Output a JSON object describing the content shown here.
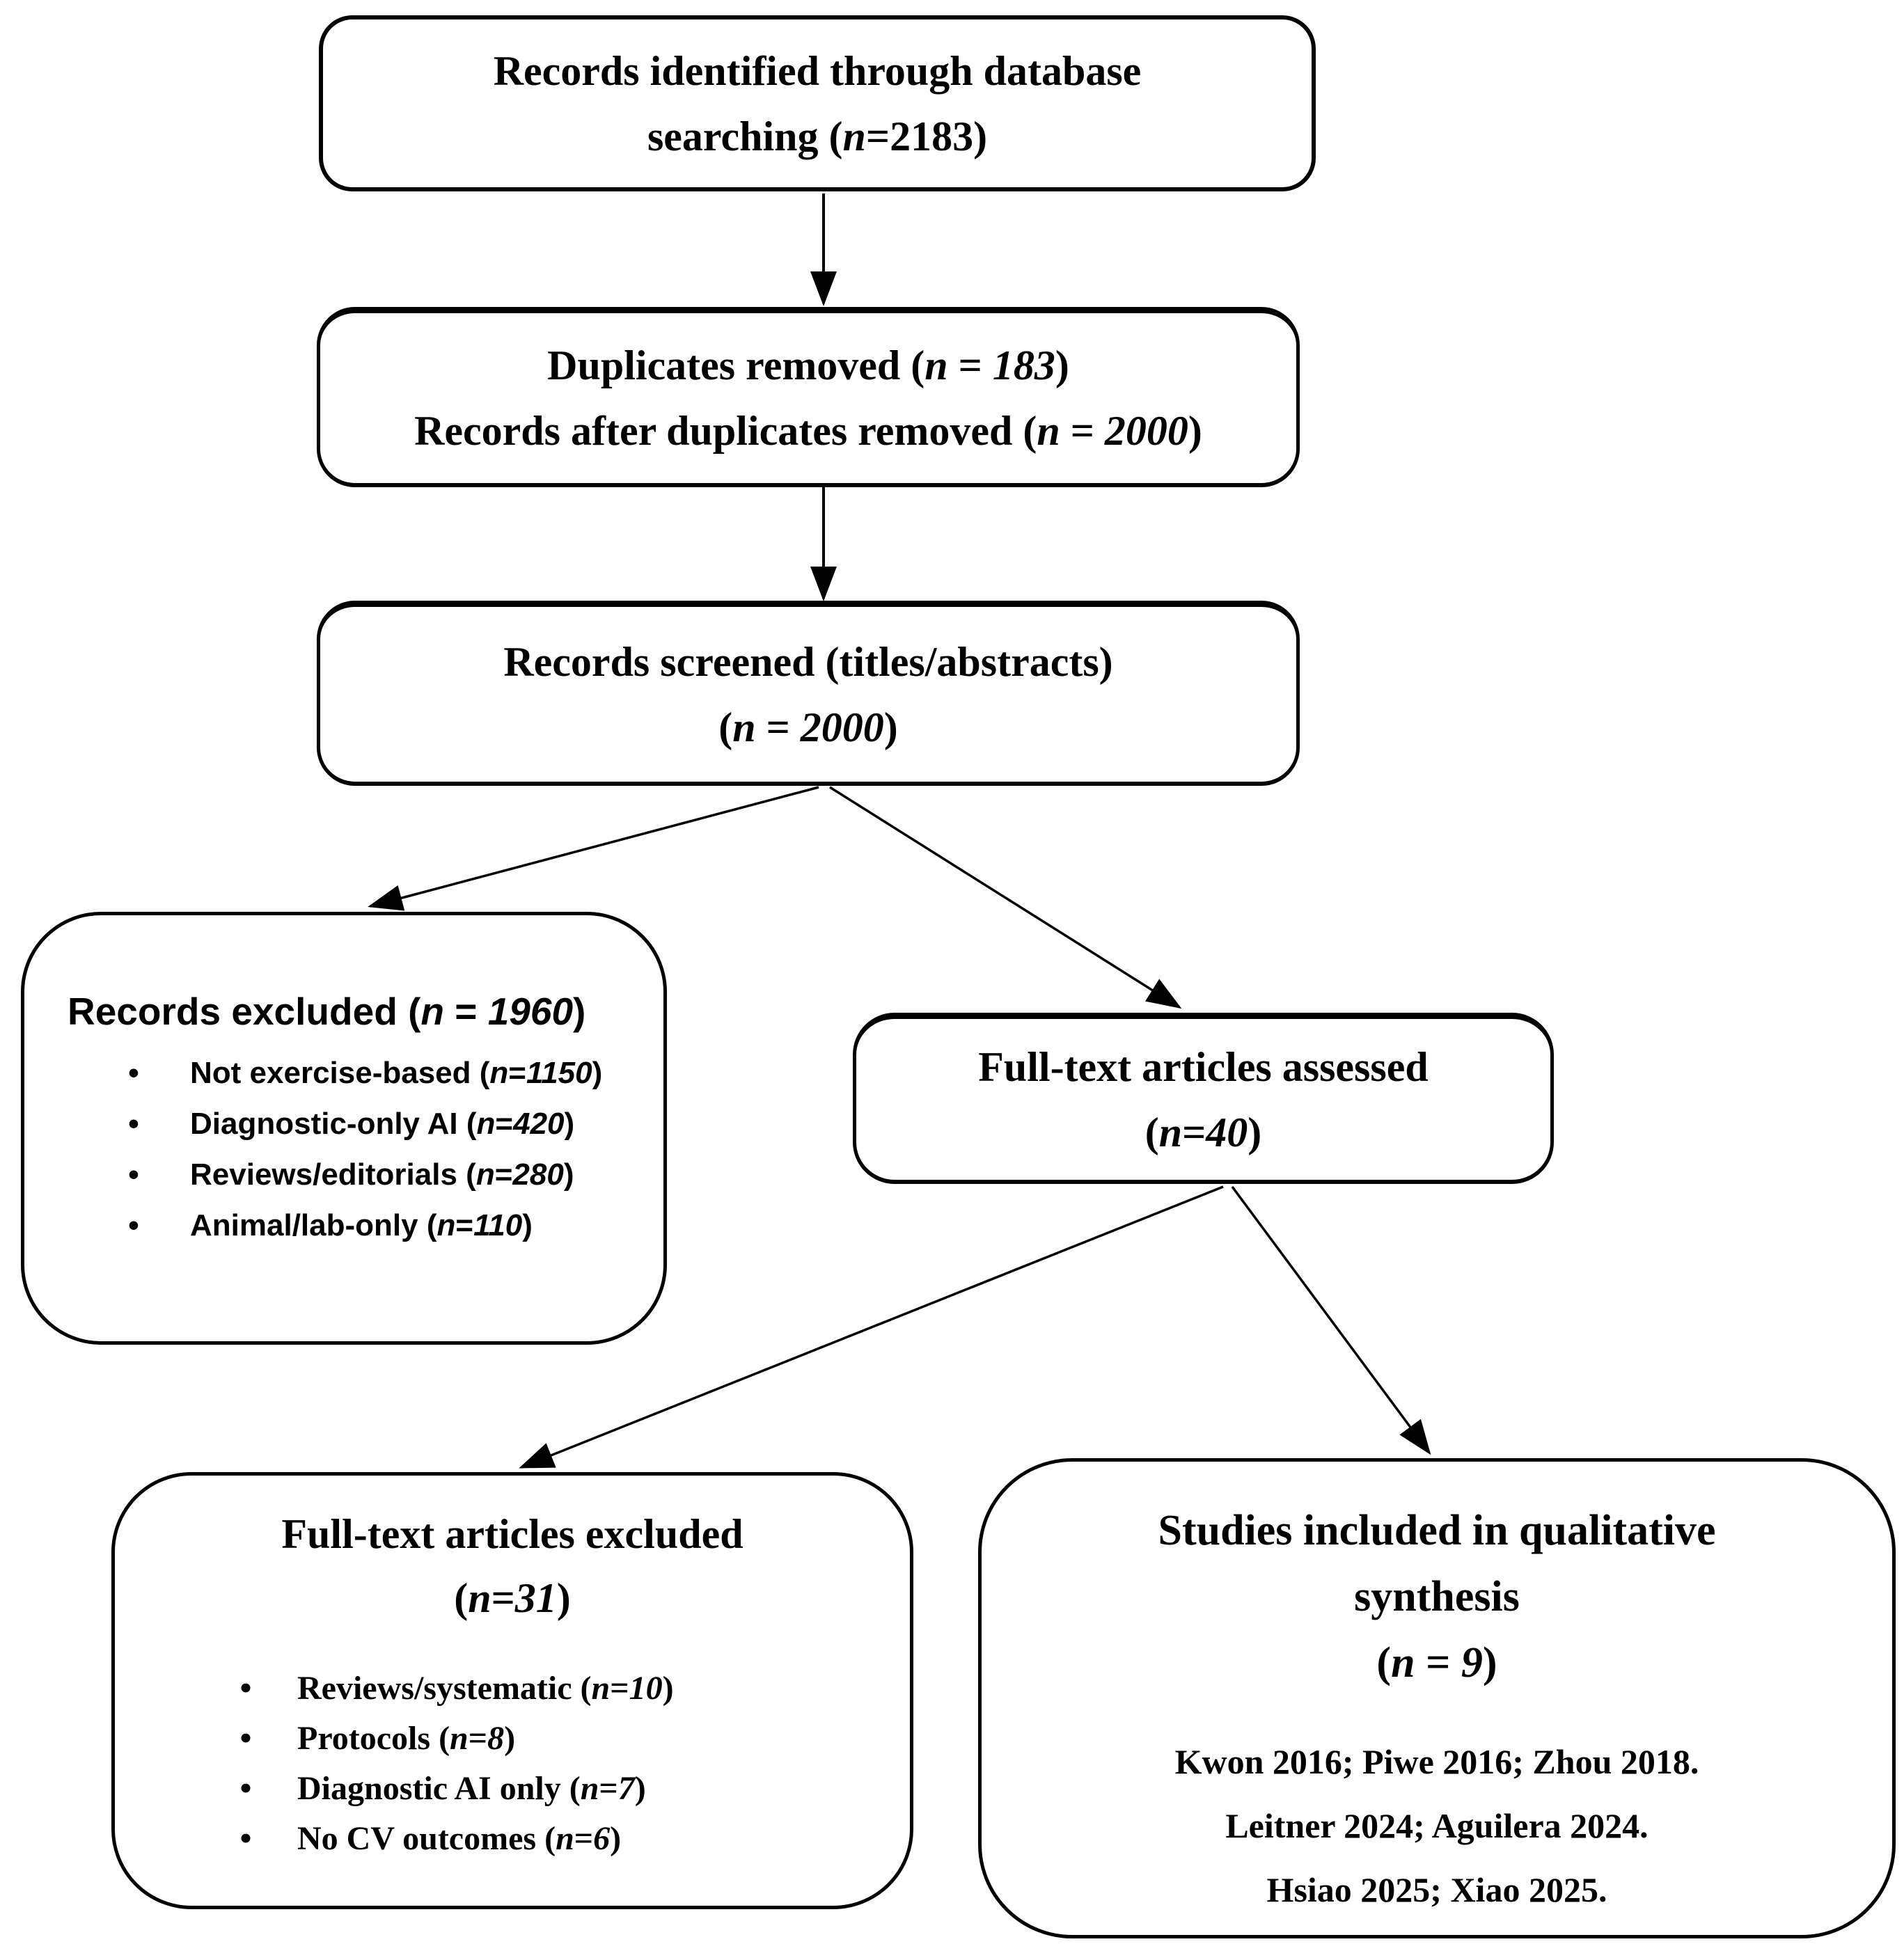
{
  "page": {
    "background": "#ffffff",
    "ink": "#000000"
  },
  "flowchart": {
    "boxes": {
      "identified": {
        "lines": [
          [
            {
              "t": "Records identified through database"
            }
          ],
          [
            {
              "t": "searching ("
            },
            {
              "t": "n",
              "i": true
            },
            {
              "t": "=2183)"
            }
          ]
        ]
      },
      "duplicates": {
        "lines": [
          [
            {
              "t": "Duplicates removed ("
            },
            {
              "t": "n",
              "i": true
            },
            {
              "t": " = "
            },
            {
              "t": "183",
              "i": true
            },
            {
              "t": ")"
            }
          ],
          [
            {
              "t": "Records after duplicates removed ("
            },
            {
              "t": "n",
              "i": true
            },
            {
              "t": " = "
            },
            {
              "t": "2000",
              "i": true
            },
            {
              "t": ")"
            }
          ]
        ]
      },
      "screened": {
        "lines": [
          [
            {
              "t": "Records screened (titles/abstracts)"
            }
          ],
          [
            {
              "t": "("
            },
            {
              "t": "n",
              "i": true
            },
            {
              "t": " = "
            },
            {
              "t": "2000",
              "i": true
            },
            {
              "t": ")"
            }
          ]
        ]
      },
      "records_excluded": {
        "heading": [
          {
            "t": "Records excluded ("
          },
          {
            "t": "n",
            "i": true
          },
          {
            "t": " = "
          },
          {
            "t": "1960",
            "i": true
          },
          {
            "t": ")"
          }
        ],
        "bullet_glyph": "•",
        "bullets": [
          [
            {
              "t": "Not exercise-based ("
            },
            {
              "t": "n",
              "i": true
            },
            {
              "t": "="
            },
            {
              "t": "1150",
              "i": true
            },
            {
              "t": ")"
            }
          ],
          [
            {
              "t": "Diagnostic-only AI ("
            },
            {
              "t": "n",
              "i": true
            },
            {
              "t": "="
            },
            {
              "t": "420",
              "i": true
            },
            {
              "t": ")"
            }
          ],
          [
            {
              "t": "Reviews/editorials ("
            },
            {
              "t": "n",
              "i": true
            },
            {
              "t": "="
            },
            {
              "t": "280",
              "i": true
            },
            {
              "t": ")"
            }
          ],
          [
            {
              "t": "Animal/lab-only ("
            },
            {
              "t": "n",
              "i": true
            },
            {
              "t": "="
            },
            {
              "t": "110",
              "i": true
            },
            {
              "t": ")"
            }
          ]
        ]
      },
      "fulltext_assessed": {
        "lines": [
          [
            {
              "t": "Full-text articles assessed"
            }
          ],
          [
            {
              "t": "("
            },
            {
              "t": "n",
              "i": true
            },
            {
              "t": "="
            },
            {
              "t": "40",
              "i": true
            },
            {
              "t": ")"
            }
          ]
        ]
      },
      "fulltext_excluded": {
        "heading": [
          [
            {
              "t": "Full-text articles excluded"
            }
          ],
          [
            {
              "t": "("
            },
            {
              "t": "n",
              "i": true
            },
            {
              "t": "="
            },
            {
              "t": "31",
              "i": true
            },
            {
              "t": ")"
            }
          ]
        ],
        "bullet_glyph": "•",
        "bullets": [
          [
            {
              "t": "Reviews/systematic ("
            },
            {
              "t": "n",
              "i": true
            },
            {
              "t": "="
            },
            {
              "t": "10",
              "i": true
            },
            {
              "t": ")"
            }
          ],
          [
            {
              "t": "Protocols ("
            },
            {
              "t": "n",
              "i": true
            },
            {
              "t": "="
            },
            {
              "t": "8",
              "i": true
            },
            {
              "t": ")"
            }
          ],
          [
            {
              "t": "Diagnostic AI only ("
            },
            {
              "t": "n",
              "i": true
            },
            {
              "t": "="
            },
            {
              "t": "7",
              "i": true
            },
            {
              "t": ")"
            }
          ],
          [
            {
              "t": "No CV outcomes ("
            },
            {
              "t": "n",
              "i": true
            },
            {
              "t": "="
            },
            {
              "t": "6",
              "i": true
            },
            {
              "t": ")"
            }
          ]
        ]
      },
      "included": {
        "lines": [
          [
            {
              "t": "Studies included in qualitative"
            }
          ],
          [
            {
              "t": "synthesis"
            }
          ],
          [
            {
              "t": "("
            },
            {
              "t": "n",
              "i": true
            },
            {
              "t": " = "
            },
            {
              "t": "9",
              "i": true
            },
            {
              "t": ")"
            }
          ]
        ],
        "refs": [
          "Kwon 2016; Piwe 2016; Zhou 2018.",
          "Leitner 2024; Aguilera 2024.",
          "Hsiao 2025; Xiao 2025."
        ]
      }
    }
  }
}
